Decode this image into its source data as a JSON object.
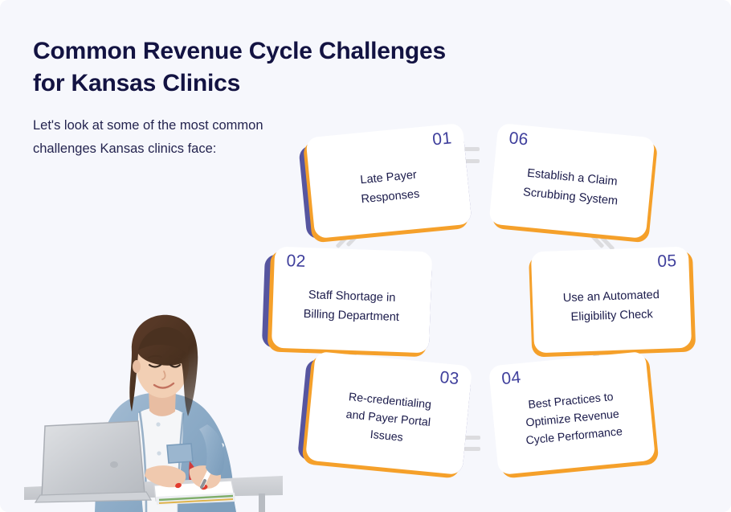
{
  "page": {
    "background_color": "#f6f7fc",
    "title_line1": "Common Revenue Cycle Challenges",
    "title_line2": "for Kansas Clinics",
    "subtitle_line1": "Let's look at some of the most common",
    "subtitle_line2": "challenges Kansas clinics face:"
  },
  "colors": {
    "heading_navy": "#131342",
    "body_navy": "#24244f",
    "card_text": "#1b1b4b",
    "number_indigo": "#3f3f9c",
    "card_shadow_purple": "#56559f",
    "card_accent_orange": "#f5a02a",
    "card_face_white": "#ffffff",
    "connector_gray": "#dcdcdf"
  },
  "cards": [
    {
      "number": "01",
      "number_side": "right",
      "lines": [
        "Late Payer",
        "Responses"
      ],
      "text": "Late Payer Responses"
    },
    {
      "number": "06",
      "number_side": "left",
      "lines": [
        "Establish a Claim",
        "Scrubbing System"
      ],
      "text": "Establish a Claim Scrubbing System"
    },
    {
      "number": "02",
      "number_side": "left",
      "lines": [
        "Staff Shortage in",
        "Billing Department"
      ],
      "text": "Staff Shortage in Billing Department"
    },
    {
      "number": "05",
      "number_side": "right",
      "lines": [
        "Use an Automated",
        "Eligibility Check"
      ],
      "text": "Use an Automated Eligibility Check"
    },
    {
      "number": "03",
      "number_side": "right",
      "lines": [
        "Re-credentialing",
        "and Payer Portal",
        "Issues"
      ],
      "text": "Re-credentialing and Payer Portal Issues"
    },
    {
      "number": "04",
      "number_side": "left",
      "lines": [
        "Best Practices to",
        "Optimize Revenue",
        "Cycle Performance"
      ],
      "text": "Best Practices to Optimize Revenue Cycle Performance"
    }
  ],
  "illustration": {
    "name": "woman-writing-at-laptop-photo",
    "description": "Woman in denim jacket writing in a notebook next to an open laptop at a desk"
  }
}
